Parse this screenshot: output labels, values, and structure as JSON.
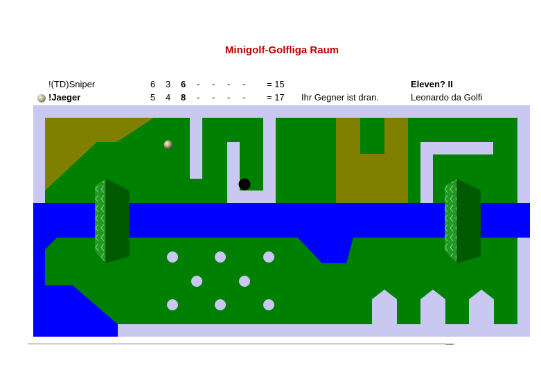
{
  "room_title": "Minigolf-Golfliga Raum",
  "players": [
    {
      "name": "!(TD)Sniper",
      "strokes": [
        "6",
        "3",
        "6",
        "-",
        "-",
        "-",
        "-"
      ],
      "total": "= 15",
      "status": "",
      "track_label": "Eleven? II",
      "active": false
    },
    {
      "name": "!Jaeger",
      "strokes": [
        "5",
        "4",
        "8",
        "-",
        "-",
        "-",
        "-"
      ],
      "total": "= 17",
      "status": "Ihr Gegner ist dran.",
      "track_label": "Leonardo da Golfi",
      "active": true
    }
  ],
  "colors": {
    "title": "#c00000",
    "green": "#008000",
    "dark_green": "#005a00",
    "water": "#0000ff",
    "sand": "#808000",
    "wall": "#c8c8f0",
    "hole": "#000000"
  },
  "game": {
    "ball_icon": "golf-ball-icon",
    "hole_icon": "hole-icon"
  }
}
